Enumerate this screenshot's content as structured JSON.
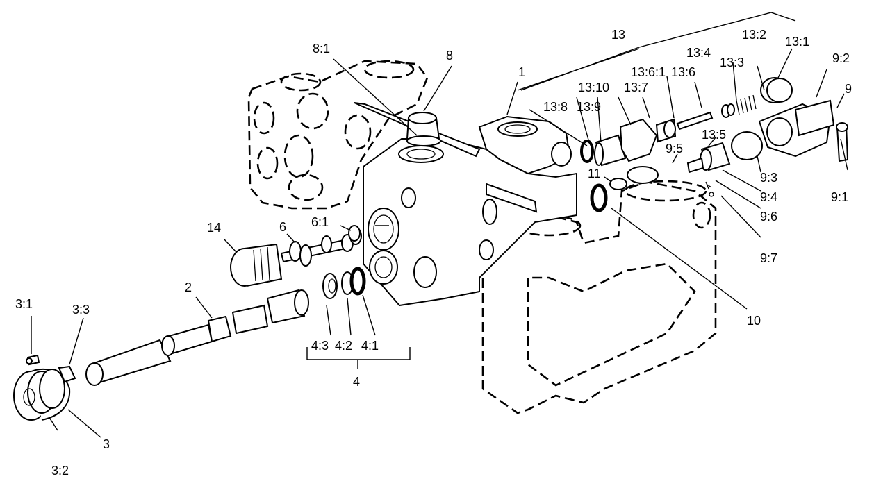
{
  "labels": {
    "l1": "1",
    "l2": "2",
    "l3": "3",
    "l3_1": "3:1",
    "l3_2": "3:2",
    "l3_3": "3:3",
    "l4": "4",
    "l4_1": "4:1",
    "l4_2": "4:2",
    "l4_3": "4:3",
    "l6": "6",
    "l6_1": "6:1",
    "l8": "8",
    "l8_1": "8:1",
    "l9": "9",
    "l9_1": "9:1",
    "l9_2": "9:2",
    "l9_3": "9:3",
    "l9_4": "9:4",
    "l9_5": "9:5",
    "l9_6": "9:6",
    "l9_7": "9:7",
    "l10": "10",
    "l11": "11",
    "l13": "13",
    "l13_1": "13:1",
    "l13_2": "13:2",
    "l13_3": "13:3",
    "l13_4": "13:4",
    "l13_5": "13:5",
    "l13_6": "13:6",
    "l13_6_1": "13:6:1",
    "l13_7": "13:7",
    "l13_8": "13:8",
    "l13_9": "13:9",
    "l13_10": "13:10",
    "l14": "14"
  },
  "colors": {
    "line": "#000000",
    "background": "#ffffff"
  }
}
